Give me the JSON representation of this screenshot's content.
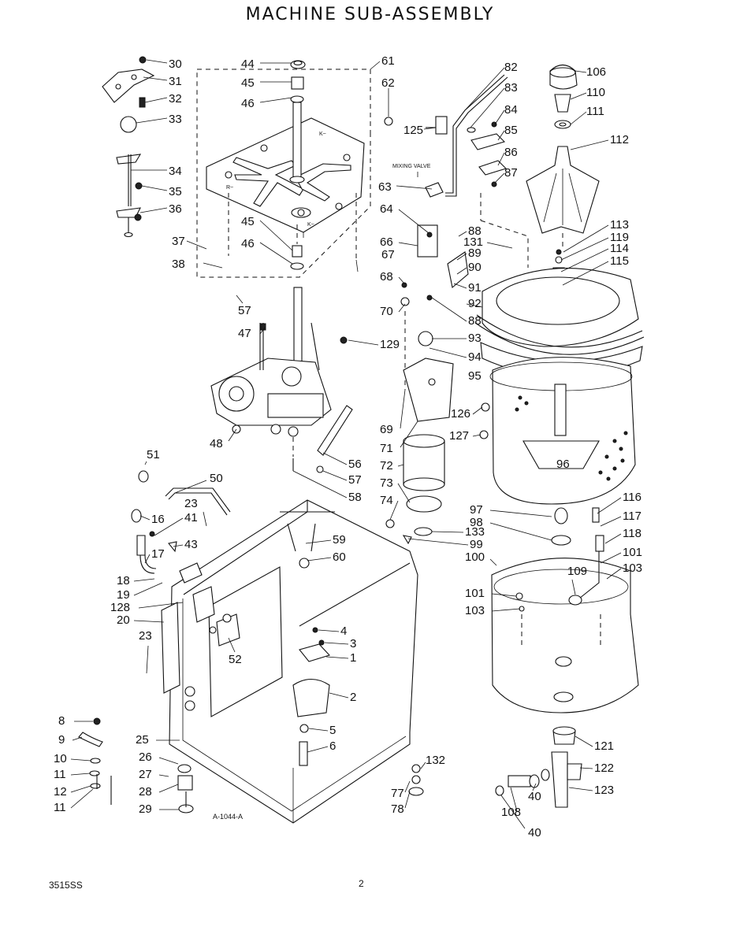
{
  "title": "MACHINE SUB-ASSEMBLY",
  "footer": {
    "doc_number": "3515SS",
    "page_number": "2"
  },
  "drawing_number": "A-1044-A",
  "mixing_valve_label": "MIXING VALVE",
  "callouts": [
    "30",
    "31",
    "32",
    "33",
    "34",
    "35",
    "36",
    "37",
    "38",
    "57",
    "44",
    "45",
    "46",
    "61",
    "62",
    "45",
    "46",
    "67",
    "82",
    "83",
    "84",
    "125",
    "85",
    "86",
    "87",
    "63",
    "106",
    "110",
    "111",
    "112",
    "64",
    "66",
    "68",
    "70",
    "88",
    "131",
    "89",
    "90",
    "91",
    "92",
    "88",
    "113",
    "119",
    "114",
    "115",
    "47",
    "129",
    "93",
    "94",
    "95",
    "48",
    "69",
    "71",
    "126",
    "127",
    "96",
    "51",
    "50",
    "56",
    "57",
    "58",
    "72",
    "73",
    "74",
    "133",
    "97",
    "98",
    "99",
    "100",
    "116",
    "117",
    "118",
    "101",
    "103",
    "109",
    "101",
    "103",
    "23",
    "16",
    "41",
    "43",
    "17",
    "18",
    "19",
    "128",
    "20",
    "23",
    "59",
    "60",
    "52",
    "4",
    "3",
    "1",
    "2",
    "5",
    "6",
    "8",
    "9",
    "10",
    "11",
    "12",
    "11",
    "25",
    "26",
    "27",
    "28",
    "29",
    "132",
    "77",
    "78",
    "121",
    "122",
    "123",
    "40",
    "108",
    "40"
  ]
}
